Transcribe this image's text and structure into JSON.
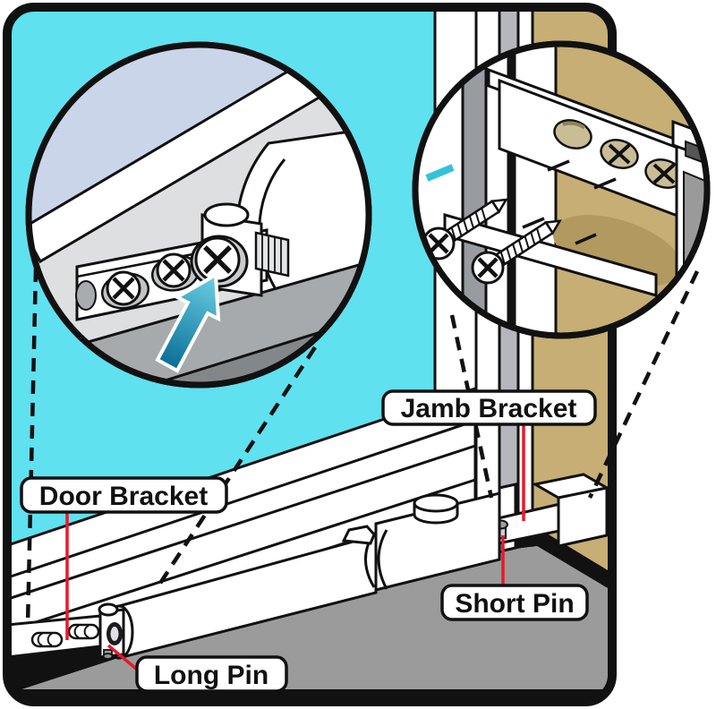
{
  "figure": {
    "type": "installation-diagram",
    "subject": "Storm door closer installation with door bracket, jamb bracket, long pin and short pin"
  },
  "labels": {
    "jamb_bracket": "Jamb Bracket",
    "door_bracket": "Door Bracket",
    "short_pin": "Short Pin",
    "long_pin": "Long Pin"
  },
  "icons": {
    "arrow": "up-arrow-icon pointing at long pin screw"
  },
  "colors": {
    "glass_cyan": "#5FE1F0",
    "glass_reflection": "#CAD5E9",
    "wood_tan": "#C6AE74",
    "wood_tan_shadow": "#B2995F",
    "floor_gray": "#9B9B9B",
    "metal_light_gray": "#DDDFE1",
    "mid_gray": "#A6AAAD",
    "dark_gray": "#83878A",
    "leader_red": "#E8192C",
    "accent_teal": "#35C2D8",
    "arrow_teal_light": "#6BD0E4",
    "arrow_teal_dark": "#0B6F96",
    "outline_black": "#111111"
  }
}
